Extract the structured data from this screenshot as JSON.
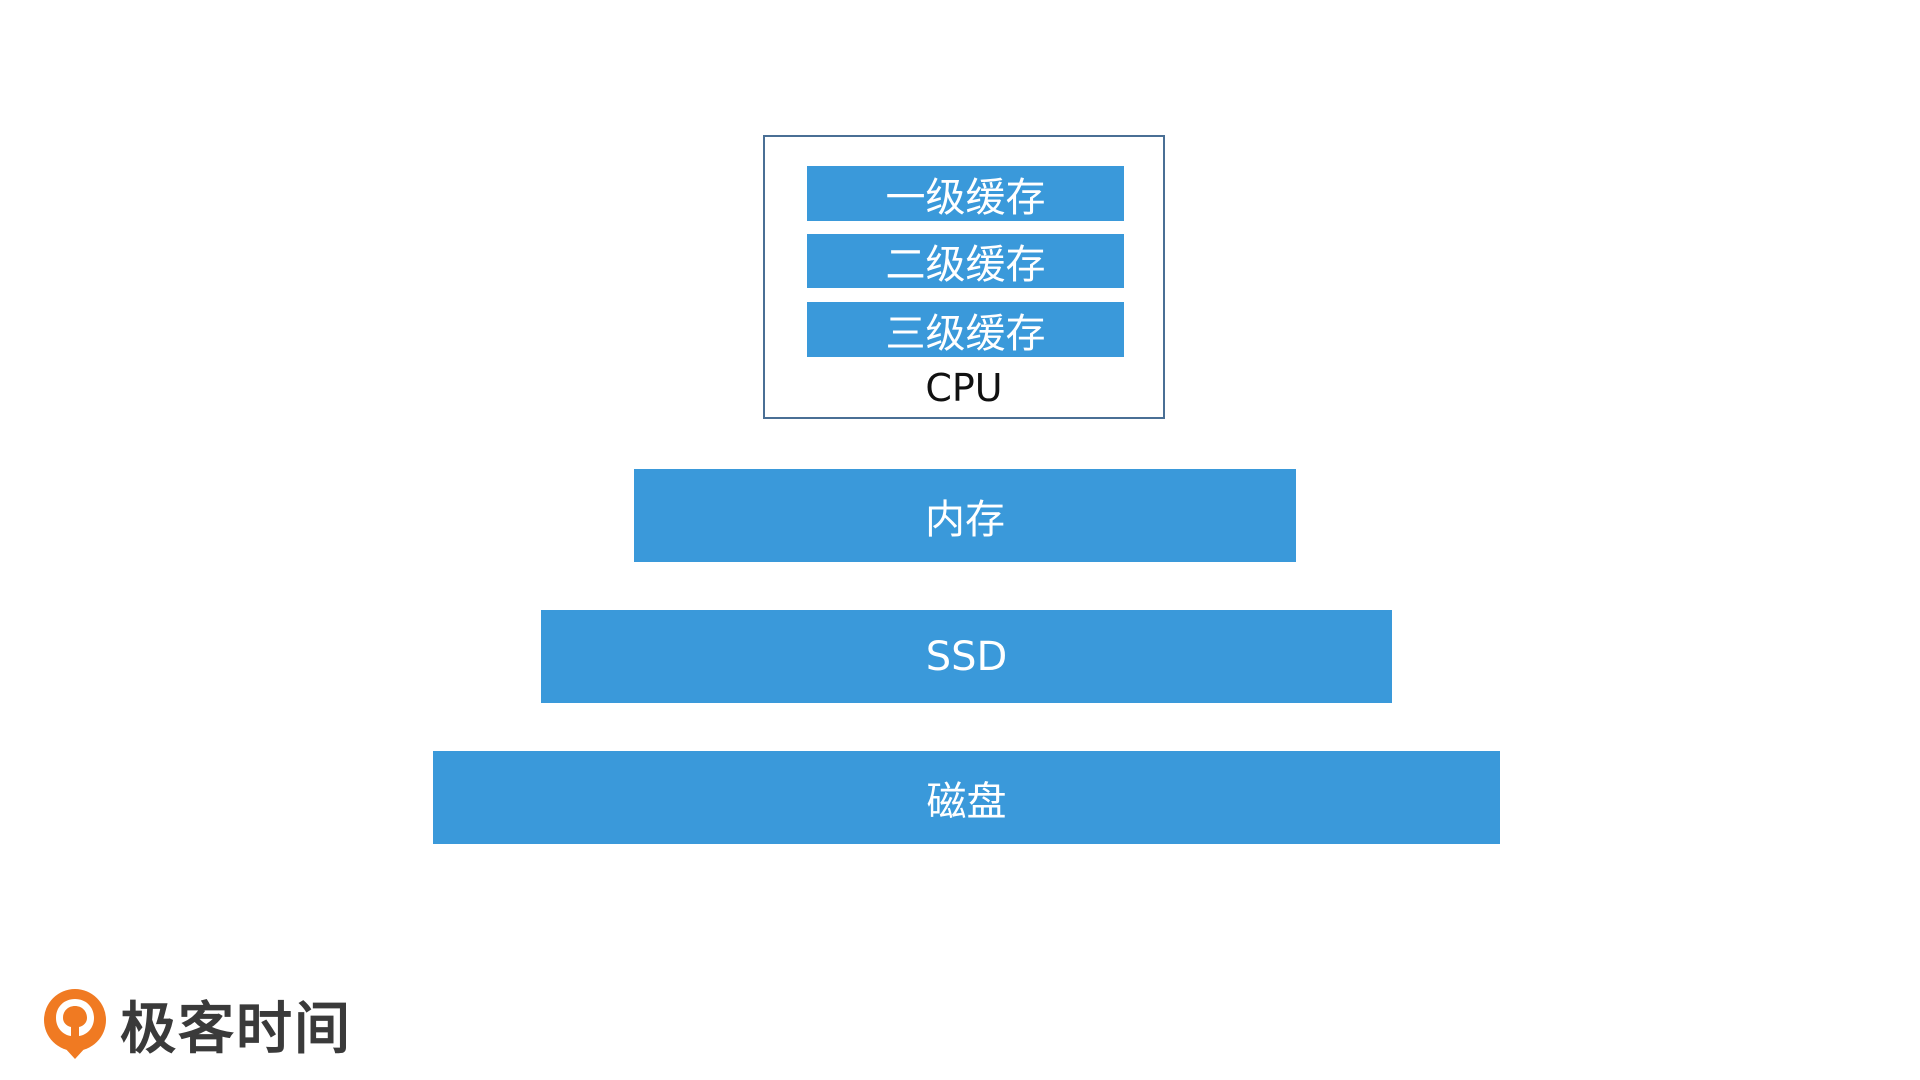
{
  "diagram": {
    "cpu": {
      "label": "CPU",
      "caches": [
        {
          "label": "一级缓存"
        },
        {
          "label": "二级缓存"
        },
        {
          "label": "三级缓存"
        }
      ]
    },
    "tiers": [
      {
        "label": "内存"
      },
      {
        "label": "SSD"
      },
      {
        "label": "磁盘"
      }
    ]
  },
  "branding": {
    "logo_text": "极客时间",
    "logo_icon": "geektime-logo-icon"
  },
  "colors": {
    "block_fill": "#3a99da",
    "cpu_border": "#4a6f95",
    "logo_orange": "#f07a22"
  }
}
